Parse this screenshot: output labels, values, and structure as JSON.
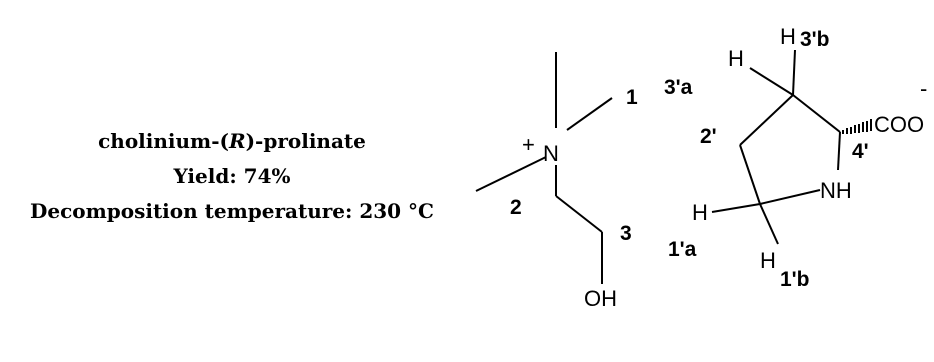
{
  "caption": {
    "name_prefix": "cholinium-(",
    "name_stereo": "R",
    "name_suffix": ")-prolinate",
    "yield": "Yield: 74%",
    "temperature": "Decomposition temperature: 230 °C"
  },
  "choline": {
    "charge": "+",
    "nitrogen": "N",
    "hydroxyl": "OH",
    "labels": [
      "1",
      "2",
      "3"
    ]
  },
  "prolinate": {
    "amine": "NH",
    "carboxylate": "COO",
    "carboxylate_charge": "-",
    "hydrogen": "H",
    "labels": [
      "3'b",
      "3'a",
      "2'",
      "4'",
      "1'a",
      "1'b"
    ]
  }
}
